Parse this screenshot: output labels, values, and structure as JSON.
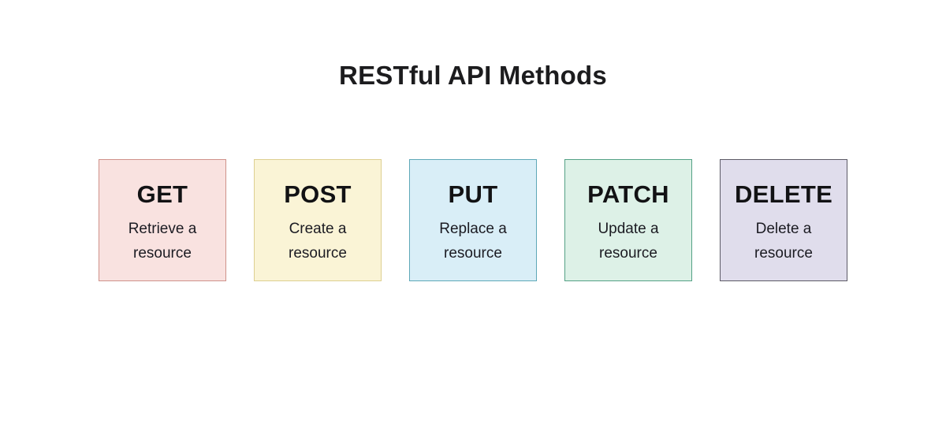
{
  "title": "RESTful API Methods",
  "cards": [
    {
      "method": "GET",
      "description": "Retrieve a resource",
      "bg_color": "#f9e2e0",
      "border_color": "#cf928a"
    },
    {
      "method": "POST",
      "description": "Create a resource",
      "bg_color": "#faf4d6",
      "border_color": "#ddcf90"
    },
    {
      "method": "PUT",
      "description": "Replace a resource",
      "bg_color": "#d9eef7",
      "border_color": "#5ea8b8"
    },
    {
      "method": "PATCH",
      "description": "Update a resource",
      "bg_color": "#ddf1e7",
      "border_color": "#54a186"
    },
    {
      "method": "DELETE",
      "description": "Delete a resource",
      "bg_color": "#e0ddec",
      "border_color": "#5c5a66"
    }
  ]
}
